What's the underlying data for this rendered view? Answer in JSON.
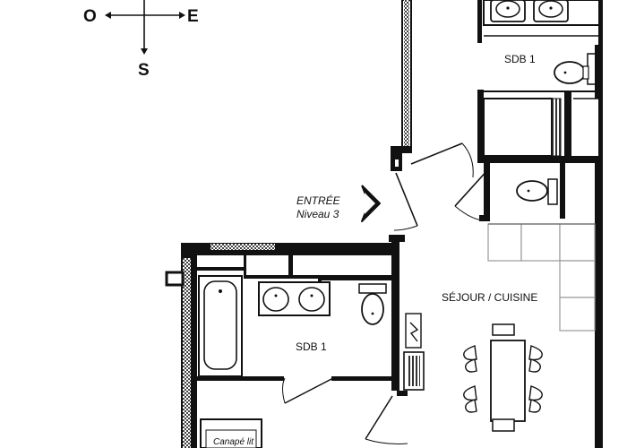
{
  "compass": {
    "west": "O",
    "east": "E",
    "south": "S"
  },
  "entrance": {
    "title": "ENTRÉE",
    "level": "Niveau 3"
  },
  "rooms": {
    "bath_top": "SDB 1",
    "bath_bottom": "SDB 1",
    "living": "SÉJOUR / CUISINE",
    "sofa": "Canapé lit"
  },
  "colors": {
    "wall": "#111111",
    "wall_shade": "#9a9a9a",
    "hatch": "#555555",
    "background": "#ffffff"
  }
}
